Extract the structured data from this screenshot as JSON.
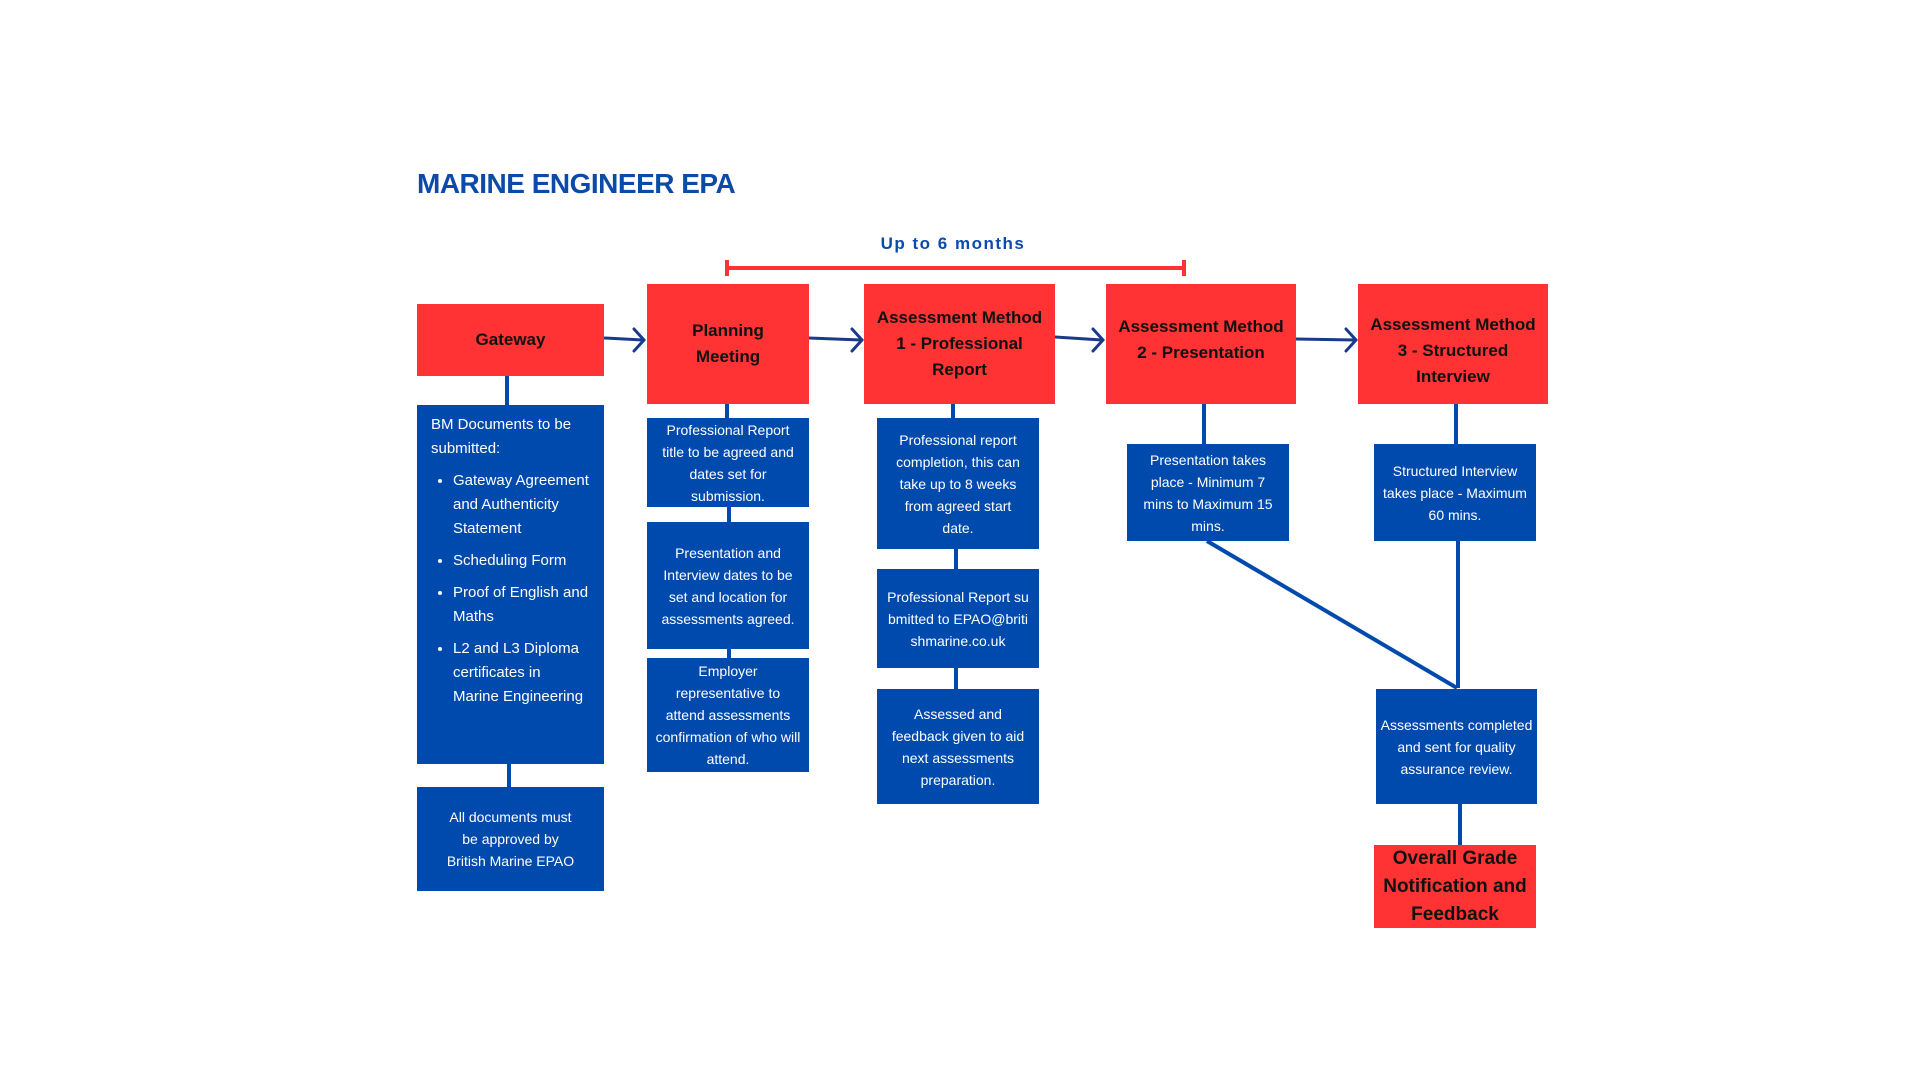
{
  "title": "MARINE ENGINEER EPA",
  "timespan_label": "Up to 6 months",
  "colors": {
    "red": "#ff3333",
    "blue": "#004aad",
    "title_blue": "#0a4aa8"
  },
  "stages": {
    "gateway": "Gateway",
    "planning": "Planning Meeting",
    "am1": "Assessment Method 1 - Professional Report",
    "am2": "Assessment Method 2 - Presentation",
    "am3": "Assessment Method 3 - Structured Interview",
    "overall": "Overall Grade Notification and Feedback"
  },
  "gateway_details": {
    "intro": "BM Documents to be submitted:",
    "items": [
      "Gateway Agreement and Authenticity Statement",
      "Scheduling Form",
      "Proof of English and Maths",
      "L2 and L3 Diploma certificates in Marine Engineering"
    ],
    "approval": "All documents must be approved by British Marine EPAO"
  },
  "planning_details": [
    "Professional Report title to be agreed and dates set for submission.",
    "Presentation and Interview dates to be set and location for assessments agreed.",
    "Employer representative to attend assessments confirmation of who will attend."
  ],
  "am1_details": [
    "Professional report completion, this can take up to 8 weeks from agreed start date.",
    "Professional Report submitted to EPAO@britishmarine.co.uk",
    "Assessed and feedback given to aid next assessments preparation."
  ],
  "am2_details": "Presentation takes place - Minimum 7 mins to Maximum 15 mins.",
  "am3_details": "Structured Interview takes place - Maximum 60 mins.",
  "completion": "Assessments completed and sent for quality assurance review."
}
